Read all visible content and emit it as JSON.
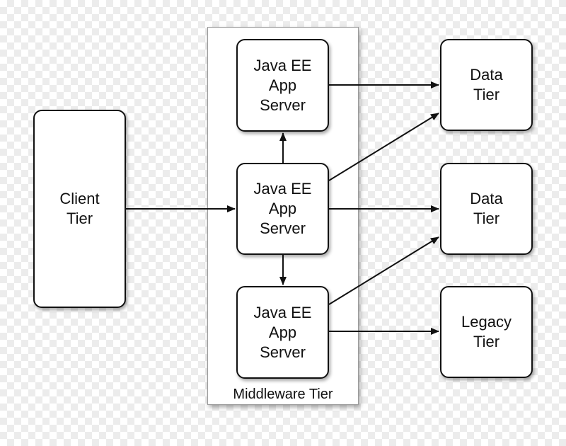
{
  "diagram": {
    "container_label": "Middleware Tier",
    "nodes": {
      "client": "Client\nTier",
      "app_server_top": "Java EE\nApp\nServer",
      "app_server_mid": "Java EE\nApp\nServer",
      "app_server_bottom": "Java EE\nApp\nServer",
      "data_tier_1": "Data\nTier",
      "data_tier_2": "Data\nTier",
      "legacy_tier": "Legacy\nTier"
    },
    "edges": [
      {
        "from": "client",
        "to": "app_server_mid"
      },
      {
        "from": "app_server_mid",
        "to": "app_server_top"
      },
      {
        "from": "app_server_mid",
        "to": "app_server_bottom"
      },
      {
        "from": "app_server_top",
        "to": "data_tier_1"
      },
      {
        "from": "app_server_mid",
        "to": "data_tier_1"
      },
      {
        "from": "app_server_mid",
        "to": "data_tier_2"
      },
      {
        "from": "app_server_bottom",
        "to": "data_tier_2"
      },
      {
        "from": "app_server_bottom",
        "to": "legacy_tier"
      }
    ],
    "colors": {
      "stroke": "#111111",
      "fill": "#ffffff",
      "container_border": "#9a9a9a"
    }
  }
}
